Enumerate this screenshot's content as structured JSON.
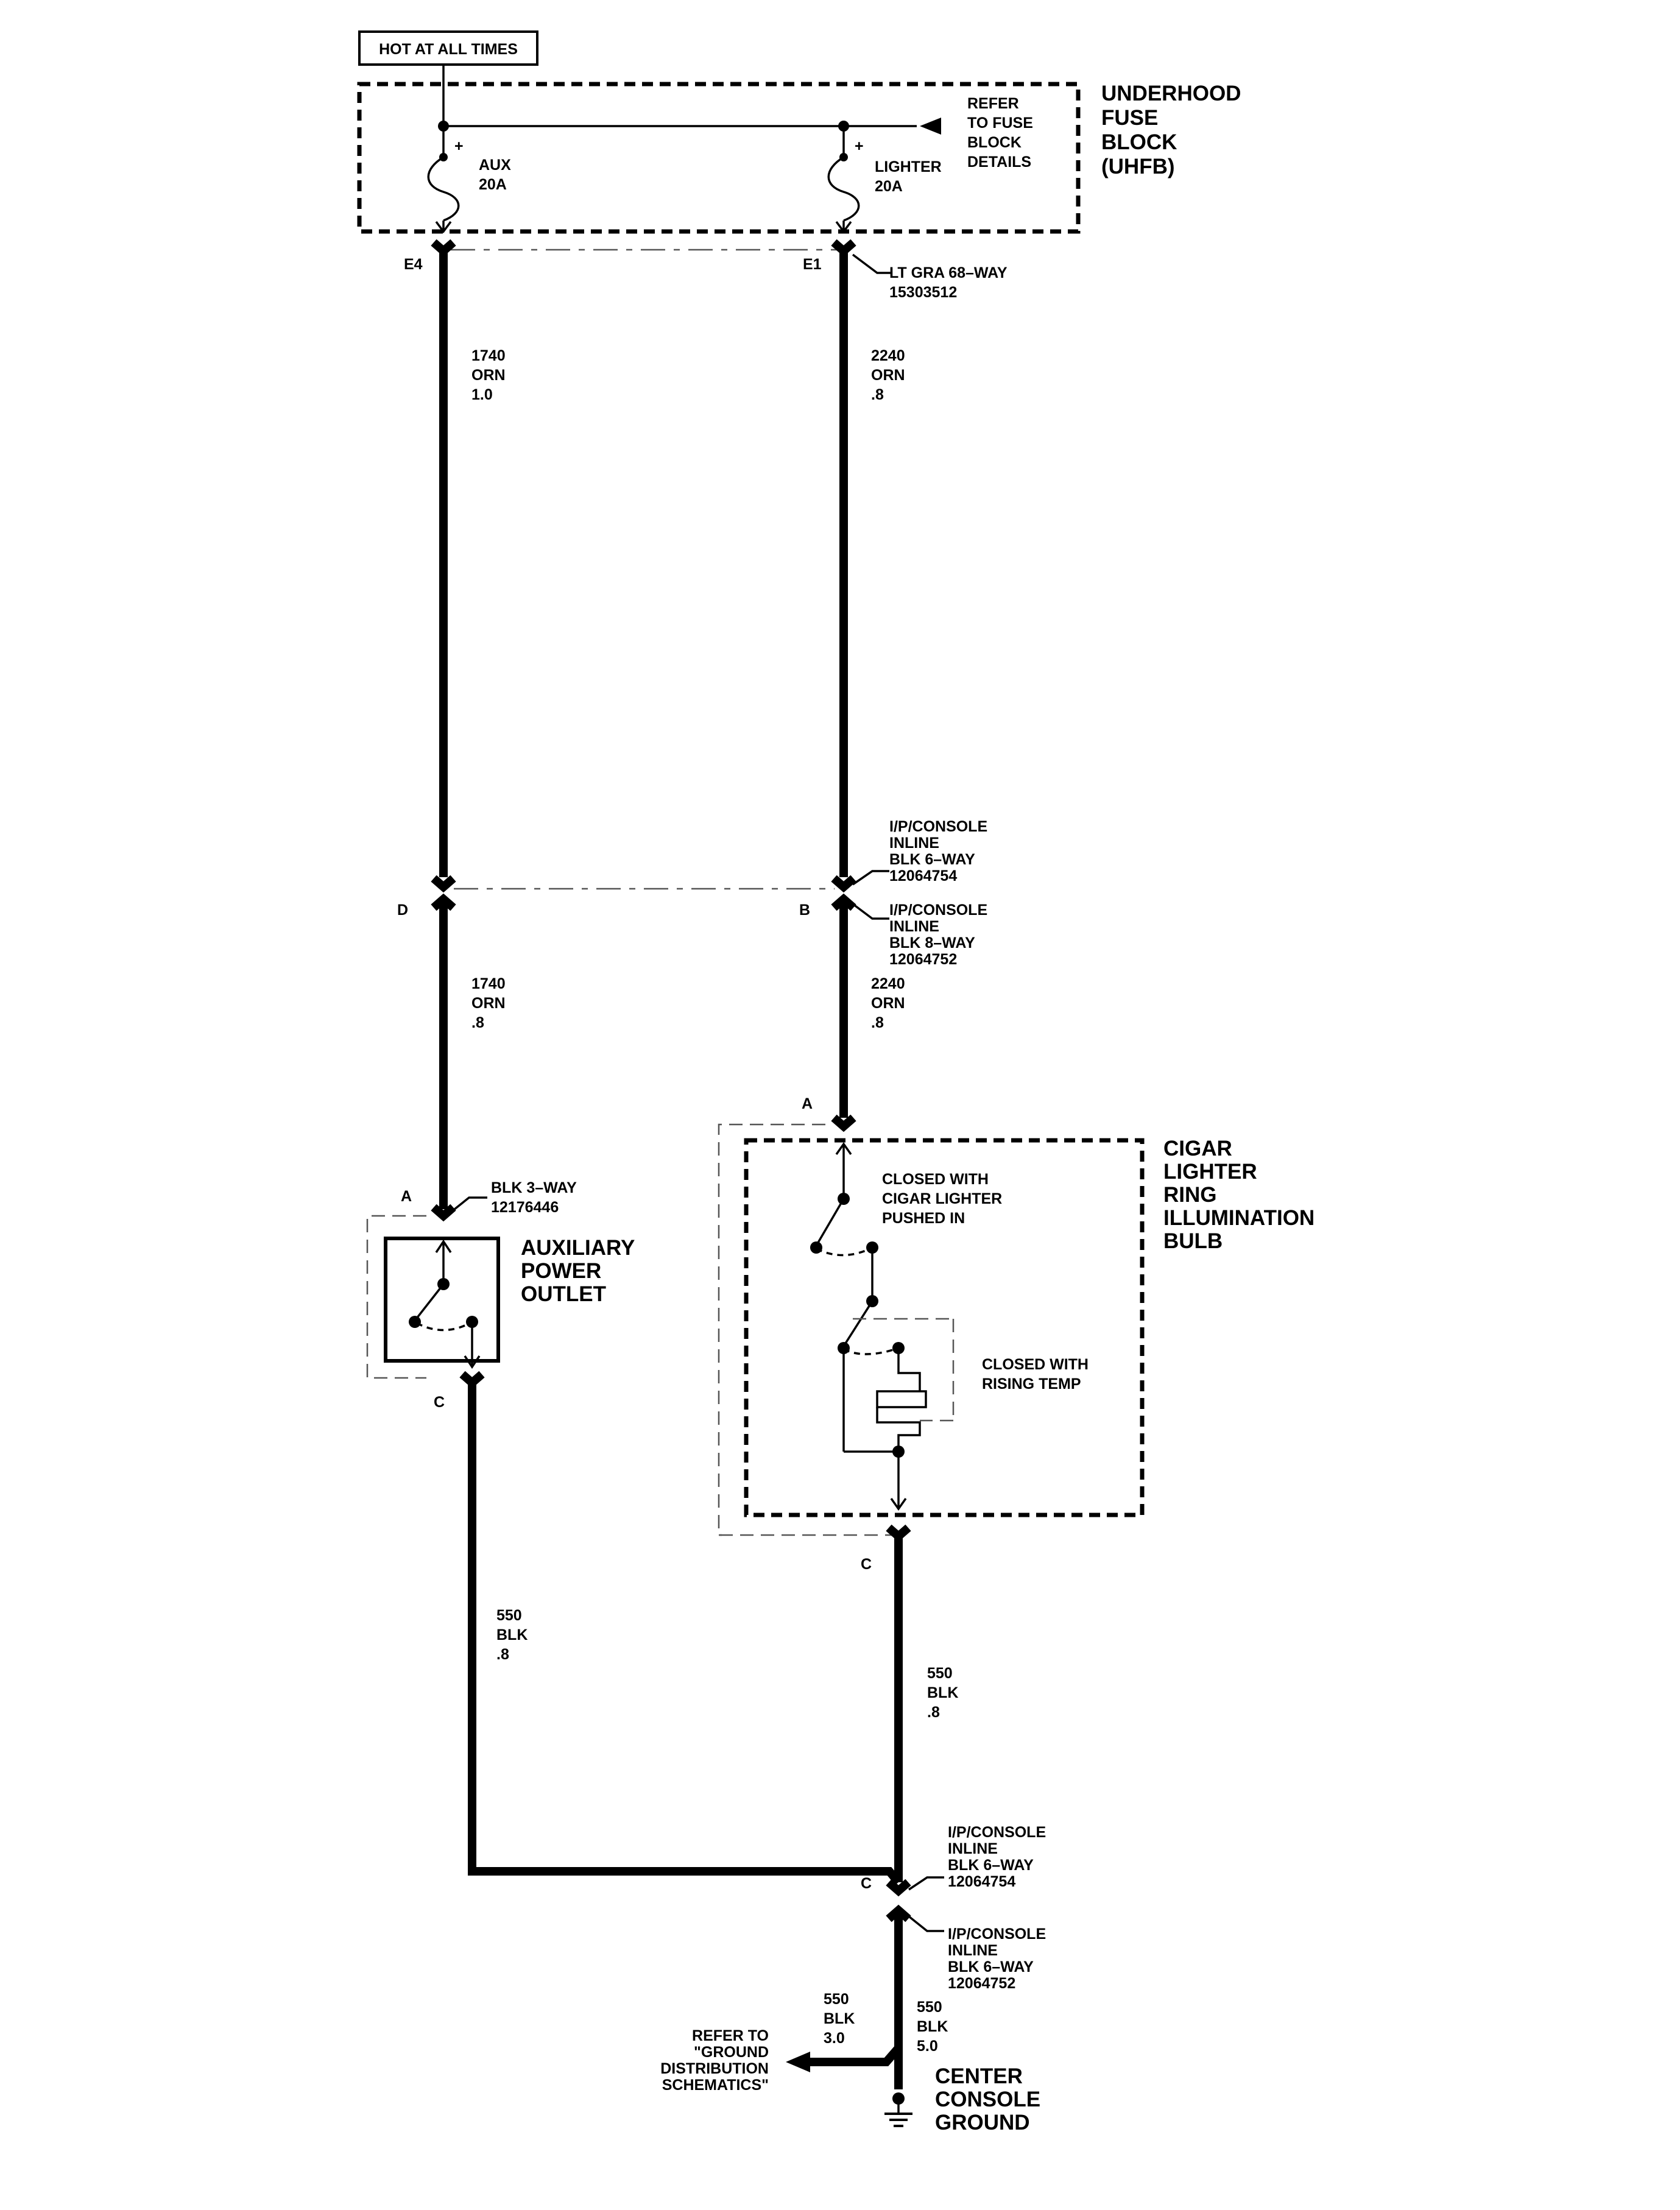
{
  "header": {
    "hot_label": "HOT AT ALL TIMES"
  },
  "uhfb": {
    "title_lines": [
      "UNDERHOOD",
      "FUSE",
      "BLOCK",
      "(UHFB)"
    ],
    "refer_lines": [
      "REFER",
      "TO FUSE",
      "BLOCK",
      "DETAILS"
    ],
    "fuse_aux": {
      "name": "AUX",
      "rating": "20A"
    },
    "fuse_lighter": {
      "name": "LIGHTER",
      "rating": "20A"
    },
    "plus_sign": "+"
  },
  "connectors": {
    "uhfb_pin_left": "E4",
    "uhfb_pin_right": "E1",
    "uhfb_conn_lines": [
      "LT GRA 68–WAY",
      "15303512"
    ],
    "ip_upper_pin_left": "D",
    "ip_upper_pin_right": "B",
    "ip_upper_6way_lines": [
      "I/P/CONSOLE",
      "INLINE",
      "BLK 6–WAY",
      "12064754"
    ],
    "ip_upper_8way_lines": [
      "I/P/CONSOLE",
      "INLINE",
      "BLK 8–WAY",
      "12064752"
    ],
    "cigar_pin_a": "A",
    "cigar_pin_c": "C",
    "aux_pin_a": "A",
    "aux_pin_c": "C",
    "aux_conn_lines": [
      "BLK 3–WAY",
      "12176446"
    ],
    "ip_lower_pin": "C",
    "ip_lower_6way_a_lines": [
      "I/P/CONSOLE",
      "INLINE",
      "BLK 6–WAY",
      "12064754"
    ],
    "ip_lower_6way_b_lines": [
      "I/P/CONSOLE",
      "INLINE",
      "BLK 6–WAY",
      "12064752"
    ]
  },
  "wires": {
    "w_1740_upper": [
      "1740",
      "ORN",
      "1.0"
    ],
    "w_2240_upper": [
      "2240",
      "ORN",
      ".8"
    ],
    "w_1740_lower": [
      "1740",
      "ORN",
      ".8"
    ],
    "w_2240_lower": [
      "2240",
      "ORN",
      ".8"
    ],
    "w_550_left": [
      "550",
      "BLK",
      ".8"
    ],
    "w_550_right": [
      "550",
      "BLK",
      ".8"
    ],
    "w_550_ground": [
      "550",
      "BLK",
      "5.0"
    ],
    "w_550_branch": [
      "550",
      "BLK",
      "3.0"
    ]
  },
  "components": {
    "aux_outlet_lines": [
      "AUXILIARY",
      "POWER",
      "OUTLET"
    ],
    "cigar_title_lines": [
      "CIGAR",
      "LIGHTER",
      "RING",
      "ILLUMINATION",
      "BULB"
    ],
    "closed_pushed_lines": [
      "CLOSED WITH",
      "CIGAR LIGHTER",
      "PUSHED IN"
    ],
    "closed_temp_lines": [
      "CLOSED WITH",
      "RISING TEMP"
    ]
  },
  "ground": {
    "title_lines": [
      "CENTER",
      "CONSOLE",
      "GROUND"
    ],
    "refer_lines": [
      "REFER TO",
      "\"GROUND",
      "DISTRIBUTION",
      "SCHEMATICS\""
    ]
  }
}
